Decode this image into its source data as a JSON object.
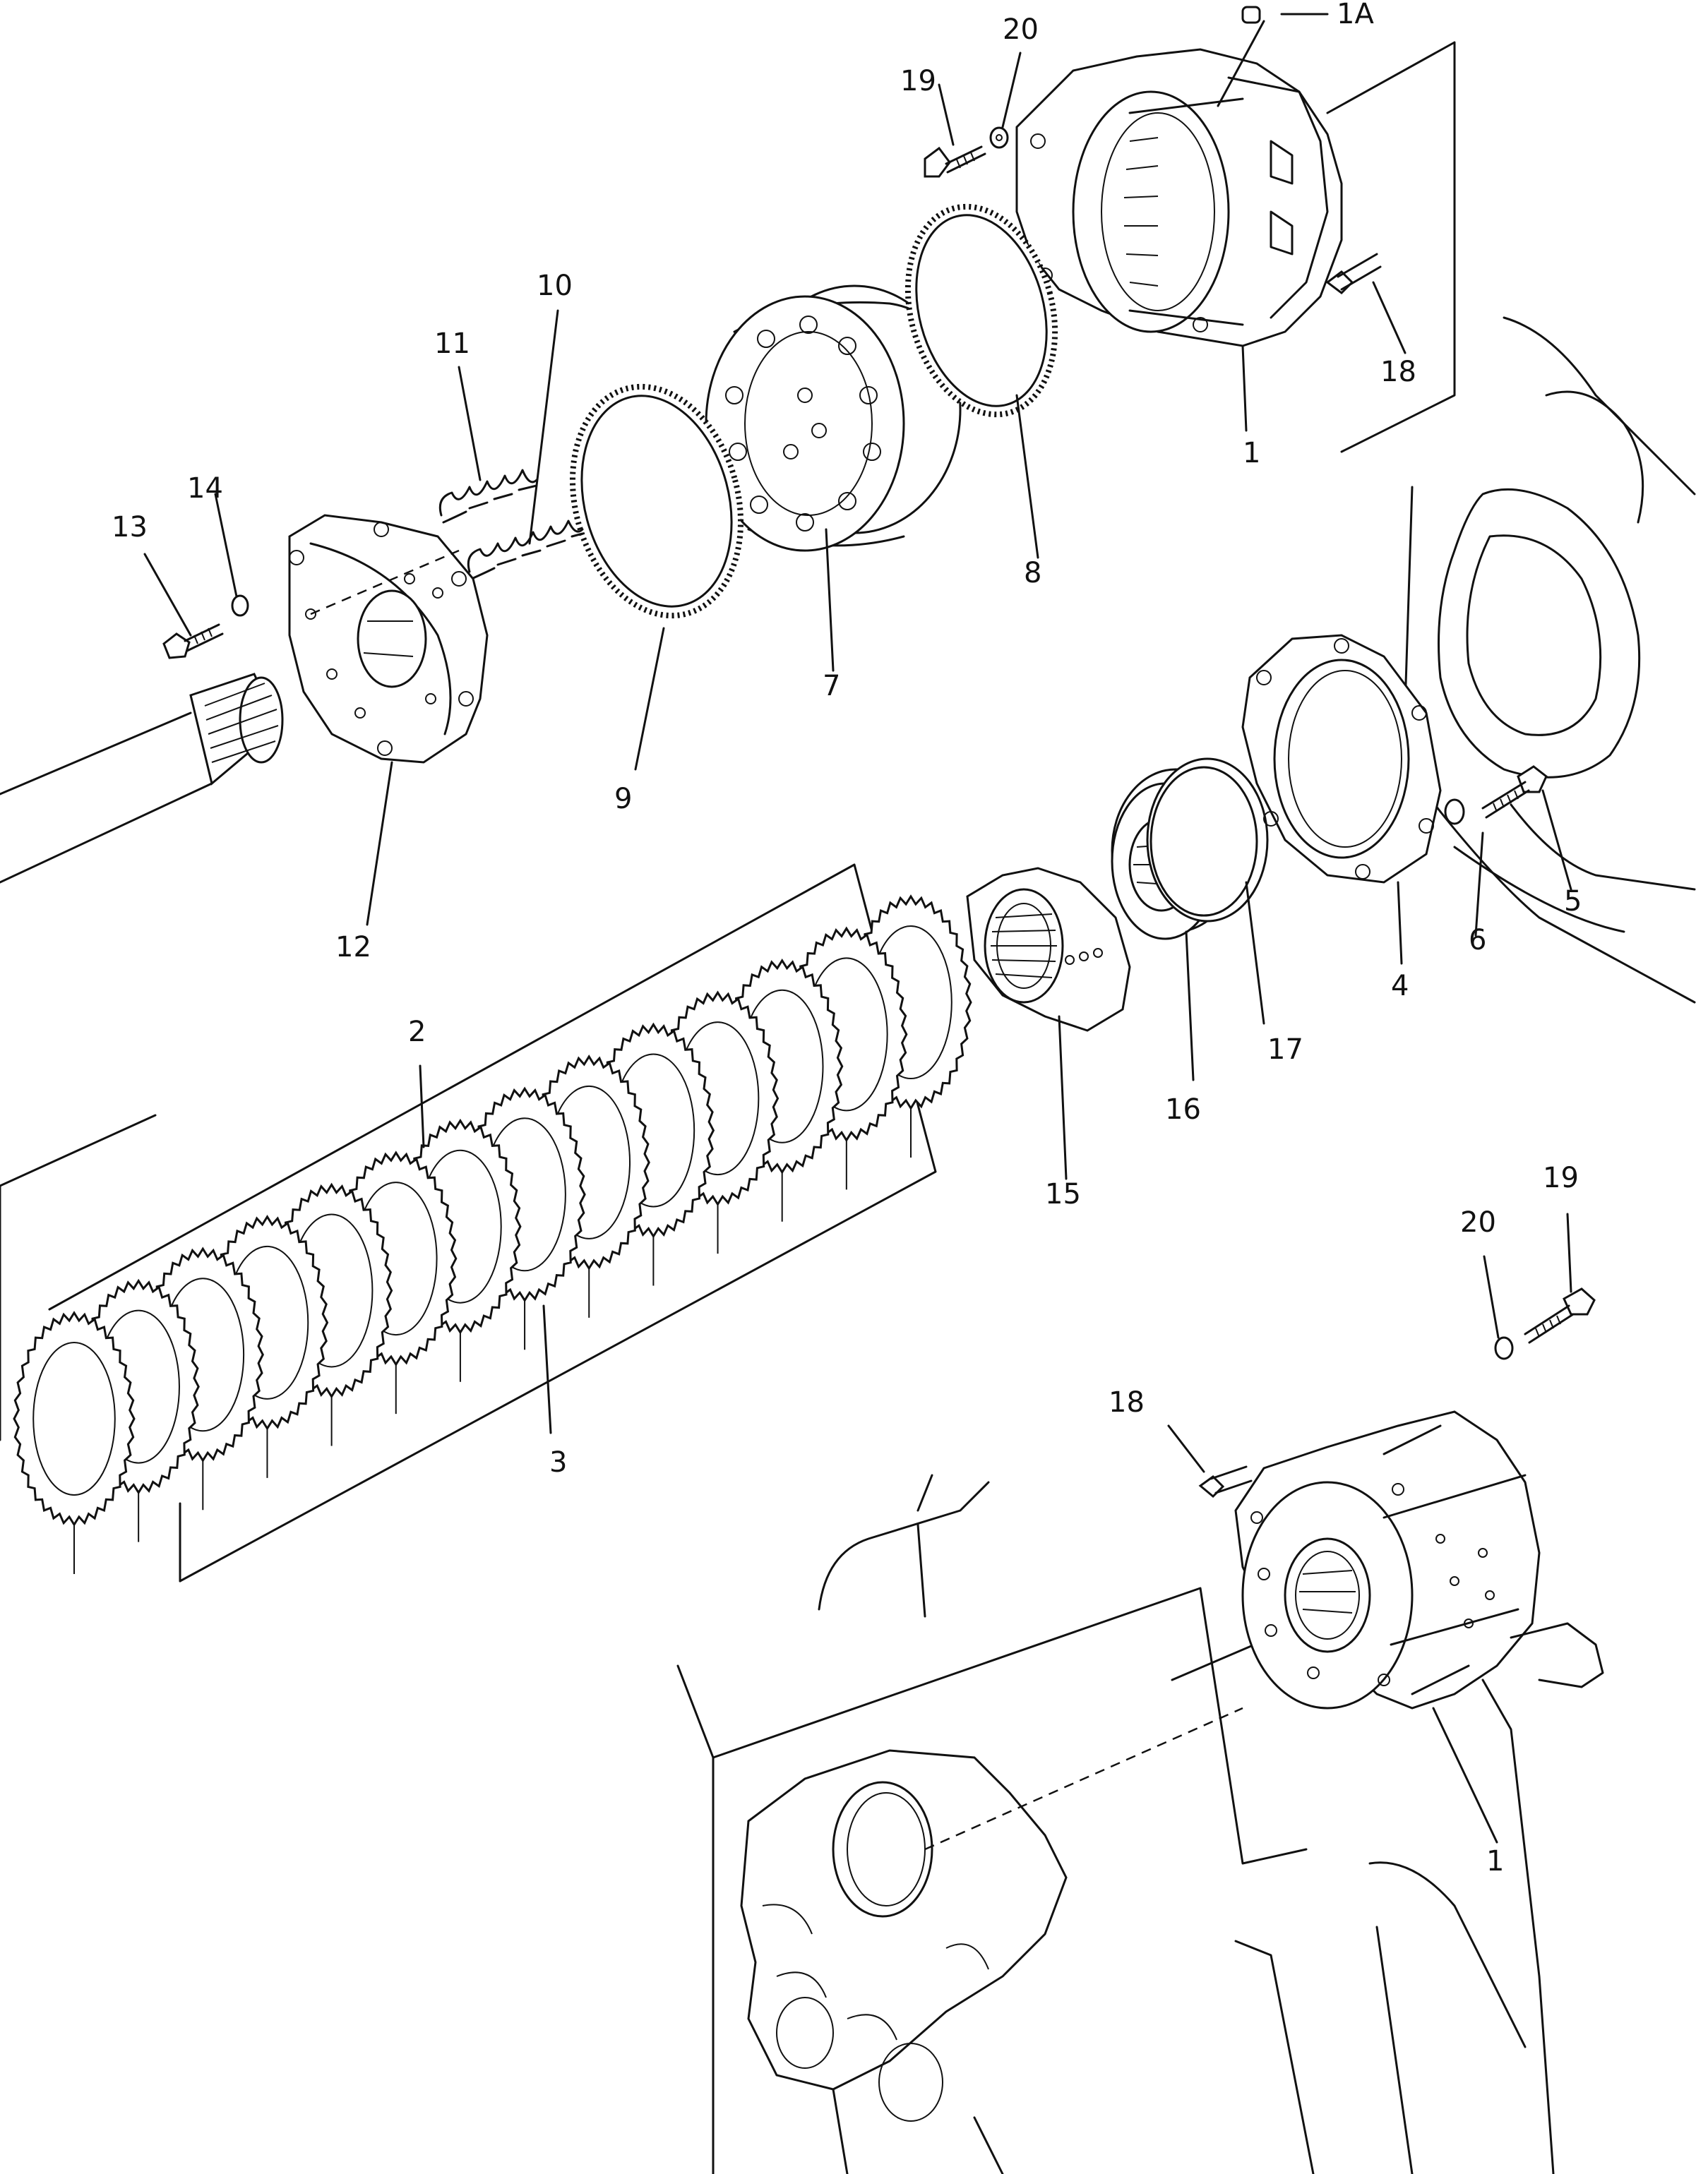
{
  "callouts": {
    "c1a": "1A",
    "c1_top": "1",
    "c1_bottom": "1",
    "c2": "2",
    "c3": "3",
    "c4": "4",
    "c5": "5",
    "c6": "6",
    "c7": "7",
    "c8": "8",
    "c9": "9",
    "c10": "10",
    "c11": "11",
    "c12": "12",
    "c13": "13",
    "c14": "14",
    "c15": "15",
    "c16": "16",
    "c17": "17",
    "c18_top": "18",
    "c18_bottom": "18",
    "c19_top": "19",
    "c19_bottom": "19",
    "c20_top": "20",
    "c20_bottom": "20"
  },
  "colors": {
    "ink": "#111111",
    "paper": "#ffffff"
  }
}
